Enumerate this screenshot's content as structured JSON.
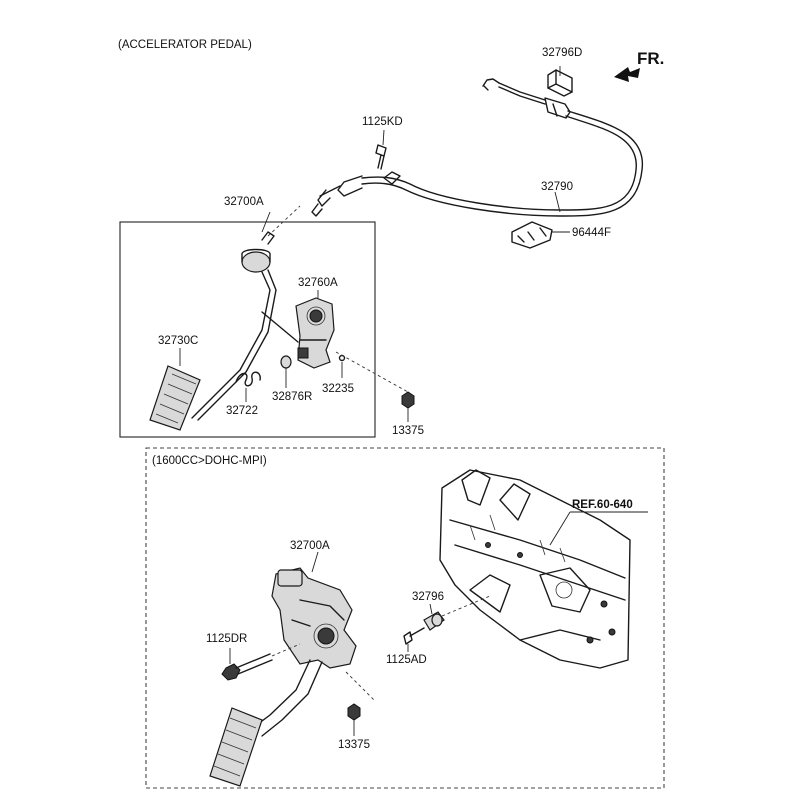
{
  "header": {
    "title": "(ACCELERATOR PEDAL)",
    "direction": "FR."
  },
  "upper_assembly": {
    "labels": {
      "cable_clip": "32796D",
      "bolt_top": "1125KD",
      "cable": "32790",
      "clip": "96444F",
      "pedal_assy": "32700A",
      "bracket": "32760A",
      "pad": "32730C",
      "bushing": "32876R",
      "spring": "32722",
      "stopper": "32235",
      "nut": "13375"
    }
  },
  "lower_assembly": {
    "title": "(1600CC>DOHC-MPI)",
    "labels": {
      "ref": "REF.60-640",
      "pedal_assy": "32700A",
      "stopper": "32796",
      "bolt_left": "1125DR",
      "bolt_small": "1125AD",
      "nut": "13375"
    }
  }
}
